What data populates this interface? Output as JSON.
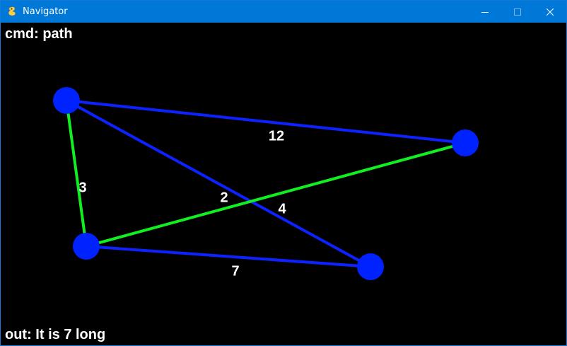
{
  "window": {
    "title": "Navigator",
    "app_icon": "pygame-snake-icon",
    "controls": [
      "minimize-icon",
      "maximize-icon",
      "close-icon"
    ]
  },
  "console": {
    "cmd_text": "cmd: path",
    "out_text": "out: It is 7 long"
  },
  "graph": {
    "node_color": "#0022ff",
    "edge_color": "#0c22ff",
    "path_color": "#11ee22",
    "label_color": "#ffffff",
    "nodes": [
      "n1",
      "n2",
      "n3",
      "n4"
    ],
    "edges": [
      {
        "from": "n1",
        "to": "n2",
        "weight": "12",
        "on_path": false
      },
      {
        "from": "n1",
        "to": "n4",
        "weight": "2",
        "on_path": false
      },
      {
        "from": "n1",
        "to": "n3",
        "weight": "3",
        "on_path": true
      },
      {
        "from": "n3",
        "to": "n2",
        "weight": "4",
        "on_path": true
      },
      {
        "from": "n3",
        "to": "n4",
        "weight": "7",
        "on_path": false
      }
    ]
  }
}
